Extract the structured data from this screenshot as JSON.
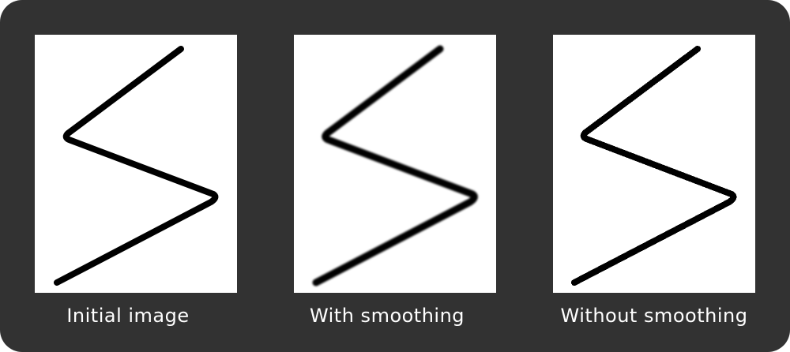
{
  "captions": {
    "initial": "Initial image",
    "with_smoothing": "With smoothing",
    "without_smoothing": "Without smoothing"
  },
  "colors": {
    "frame_background": "#323232",
    "panel_background": "#ffffff",
    "stroke": "#000000",
    "caption_text": "#ffffff"
  }
}
